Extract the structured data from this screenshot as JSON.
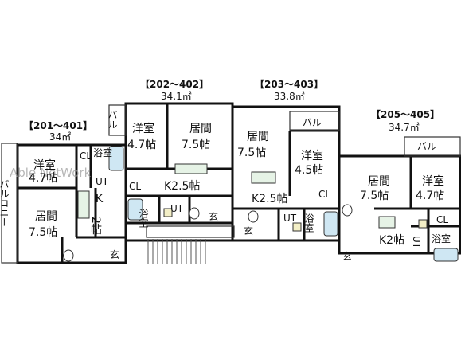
{
  "watermark": "Able NetWork",
  "units": [
    {
      "id": "u201",
      "title": "【201～401】",
      "area": "34㎡",
      "rooms": {
        "western": "洋室",
        "western_size": "4.7帖",
        "living": "居間",
        "living_size": "7.5帖",
        "kitchen": "K",
        "kitchen_size": "2帖",
        "closet": "CL",
        "bath": "浴室",
        "utility": "UT",
        "entrance": "玄",
        "balcony": "バルコニー"
      }
    },
    {
      "id": "u202",
      "title": "【202～402】",
      "area": "34.1㎡",
      "rooms": {
        "balcony": "バル",
        "western": "洋室",
        "western_size": "4.7帖",
        "living": "居間",
        "living_size": "7.5帖",
        "closet": "CL",
        "kitchen": "K2.5帖",
        "bath": "浴室",
        "utility": "UT",
        "entrance": "玄"
      }
    },
    {
      "id": "u203",
      "title": "【203～403】",
      "area": "33.8㎡",
      "rooms": {
        "balcony": "バル",
        "living": "居間",
        "living_size": "7.5帖",
        "western": "洋室",
        "western_size": "4.5帖",
        "kitchen": "K2.5帖",
        "closet": "CL",
        "utility": "UT",
        "bath": "浴室",
        "entrance": "玄"
      }
    },
    {
      "id": "u205",
      "title": "【205～405】",
      "area": "34.7㎡",
      "rooms": {
        "balcony": "バル",
        "living": "居間",
        "living_size": "7.5帖",
        "western": "洋室",
        "western_size": "4.7帖",
        "closet": "CL",
        "kitchen": "K2帖",
        "utility": "UT",
        "bath": "浴室",
        "entrance": "玄"
      }
    }
  ]
}
